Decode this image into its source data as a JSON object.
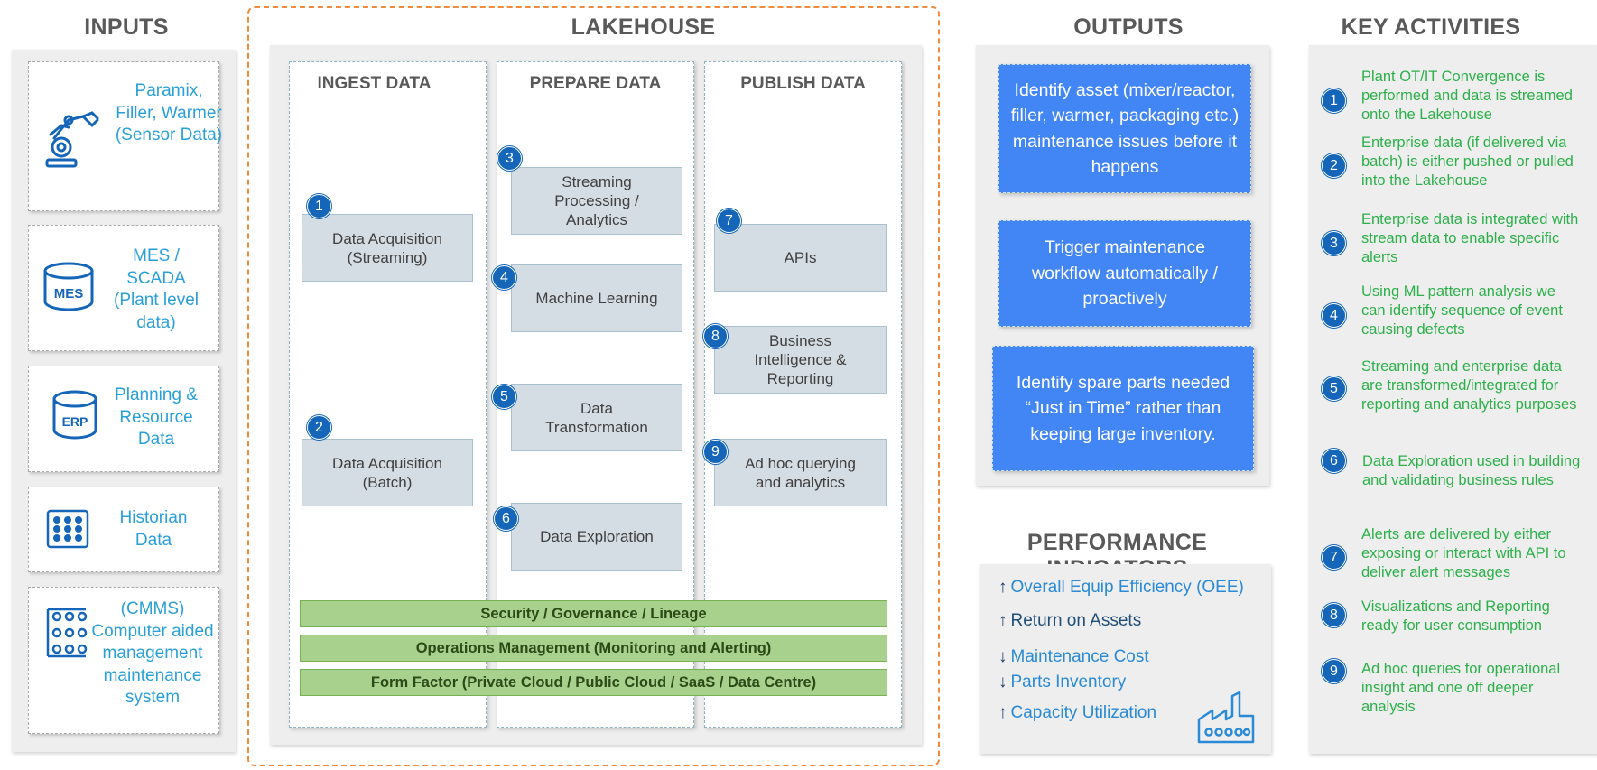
{
  "sections": {
    "inputs": "INPUTS",
    "lakehouse": "LAKEHOUSE",
    "outputs": "OUTPUTS",
    "key_activities": "KEY ACTIVITIES",
    "performance": "PERFORMANCE INDICATORS"
  },
  "inputs": [
    {
      "label": "Paramix, Filler, Warmer (Sensor Data)",
      "icon": "robot-arm-icon"
    },
    {
      "label": "MES / SCADA (Plant level data)",
      "icon": "database-mes-icon",
      "icon_text": "MES"
    },
    {
      "label": "Planning & Resource Data",
      "icon": "database-erp-icon",
      "icon_text": "ERP"
    },
    {
      "label": "Historian Data",
      "icon": "grid-dots-icon"
    },
    {
      "label": "(CMMS) Computer aided management maintenance system",
      "icon": "network-nodes-icon"
    }
  ],
  "columns": {
    "ingest": "INGEST DATA",
    "prepare": "PREPARE DATA",
    "publish": "PUBLISH DATA"
  },
  "steps": [
    {
      "num": "1",
      "label": "Data Acquisition (Streaming)"
    },
    {
      "num": "2",
      "label": "Data Acquisition (Batch)"
    },
    {
      "num": "3",
      "label": "Streaming Processing / Analytics"
    },
    {
      "num": "4",
      "label": "Machine Learning"
    },
    {
      "num": "5",
      "label": "Data Transformation"
    },
    {
      "num": "6",
      "label": "Data Exploration"
    },
    {
      "num": "7",
      "label": "APIs"
    },
    {
      "num": "8",
      "label": "Business Intelligence & Reporting"
    },
    {
      "num": "9",
      "label": "Ad hoc querying and analytics"
    }
  ],
  "bars": [
    "Security / Governance / Lineage",
    "Operations Management (Monitoring and Alerting)",
    "Form Factor (Private Cloud / Public Cloud / SaaS / Data Centre)"
  ],
  "outputs": [
    "Identify asset (mixer/reactor, filler, warmer, packaging etc.) maintenance issues before it happens",
    "Trigger maintenance workflow automatically / proactively",
    "Identify spare parts needed “Just in Time” rather than keeping large inventory."
  ],
  "kpis": [
    {
      "arrow": "↑",
      "label": "Overall Equip Efficiency (OEE)"
    },
    {
      "arrow": "↑",
      "label": "Return on Assets"
    },
    {
      "arrow": "↓",
      "label": "Maintenance Cost"
    },
    {
      "arrow": "↓",
      "label": "Parts Inventory"
    },
    {
      "arrow": "↑",
      "label": "Capacity Utilization"
    }
  ],
  "activities": [
    {
      "num": "1",
      "text": "Plant OT/IT Convergence is performed and data is streamed onto the Lakehouse"
    },
    {
      "num": "2",
      "text": "Enterprise data (if delivered via batch) is either pushed or pulled into the Lakehouse"
    },
    {
      "num": "3",
      "text": "Enterprise data is integrated with stream data to enable specific alerts"
    },
    {
      "num": "4",
      "text": "Using ML pattern analysis we can identify sequence of event causing defects"
    },
    {
      "num": "5",
      "text": "Streaming and enterprise data are transformed/integrated for reporting and analytics purposes"
    },
    {
      "num": "6",
      "text": "Data Exploration used in building and validating business rules"
    },
    {
      "num": "7",
      "text": "Alerts are delivered by either exposing or interact with API to deliver alert messages"
    },
    {
      "num": "8",
      "text": "Visualizations and Reporting ready for user consumption"
    },
    {
      "num": "9",
      "text": "Ad hoc queries for operational insight and one off deeper analysis"
    }
  ],
  "colors": {
    "accent_blue": "#1565b8",
    "input_text": "#2aa0d8",
    "output_box": "#4285f4",
    "activity_text": "#2db04b",
    "bar_green": "#a9d18e",
    "lakehouse_border": "#f08a3c"
  }
}
